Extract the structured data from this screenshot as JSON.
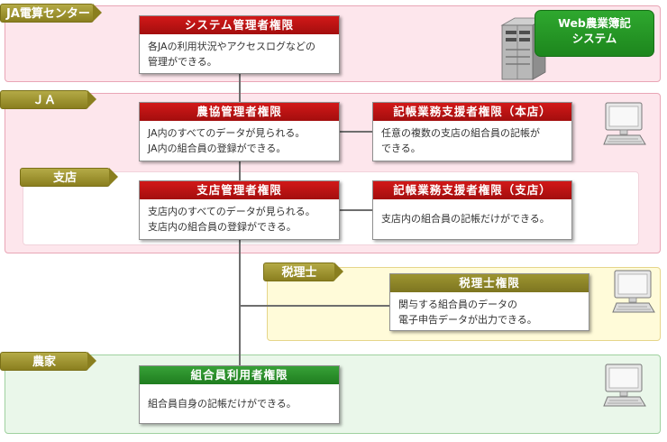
{
  "sections": {
    "ja_center": "JA電算センター",
    "ja": "ＪＡ",
    "branch": "支店",
    "tax": "税理士",
    "farmer": "農家"
  },
  "system_badge": {
    "line1": "Web農業簿記",
    "line2": "システム"
  },
  "roles": {
    "system_admin": {
      "title": "システム管理者権限",
      "line1": "各JAの利用状況やアクセスログなどの",
      "line2": "管理ができる。"
    },
    "kyoukai_admin": {
      "title": "農協管理者権限",
      "line1": "JA内のすべてのデータが見られる。",
      "line2": "JA内の組合員の登録ができる。"
    },
    "support_head": {
      "title": "記帳業務支援者権限（本店）",
      "line1": "任意の複数の支店の組合員の記帳が",
      "line2": "できる。"
    },
    "branch_admin": {
      "title": "支店管理者権限",
      "line1": "支店内のすべてのデータが見られる。",
      "line2": "支店内の組合員の登録ができる。"
    },
    "support_branch": {
      "title": "記帳業務支援者権限（支店）",
      "line1": "支店内の組合員の記帳だけができる。"
    },
    "tax_accountant": {
      "title": "税理士権限",
      "line1": "関与する組合員のデータの",
      "line2": "電子申告データが出力できる。"
    },
    "member_user": {
      "title": "組合員利用者権限",
      "line1": "組合員自身の記帳だけができる。"
    }
  }
}
